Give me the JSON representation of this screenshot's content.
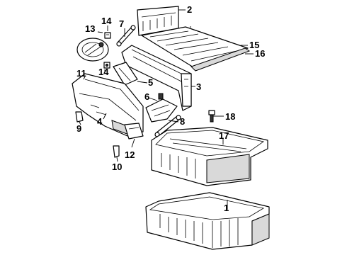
{
  "diagram": {
    "callouts": {
      "c1": "1",
      "c2": "2",
      "c3": "3",
      "c4": "4",
      "c5": "5",
      "c6": "6",
      "c7": "7",
      "c8": "8",
      "c9": "9",
      "c10": "10",
      "c11": "11",
      "c12": "12",
      "c13": "13",
      "c14a": "14",
      "c14b": "14",
      "c15": "15",
      "c16": "16",
      "c17": "17",
      "c18": "18"
    }
  }
}
